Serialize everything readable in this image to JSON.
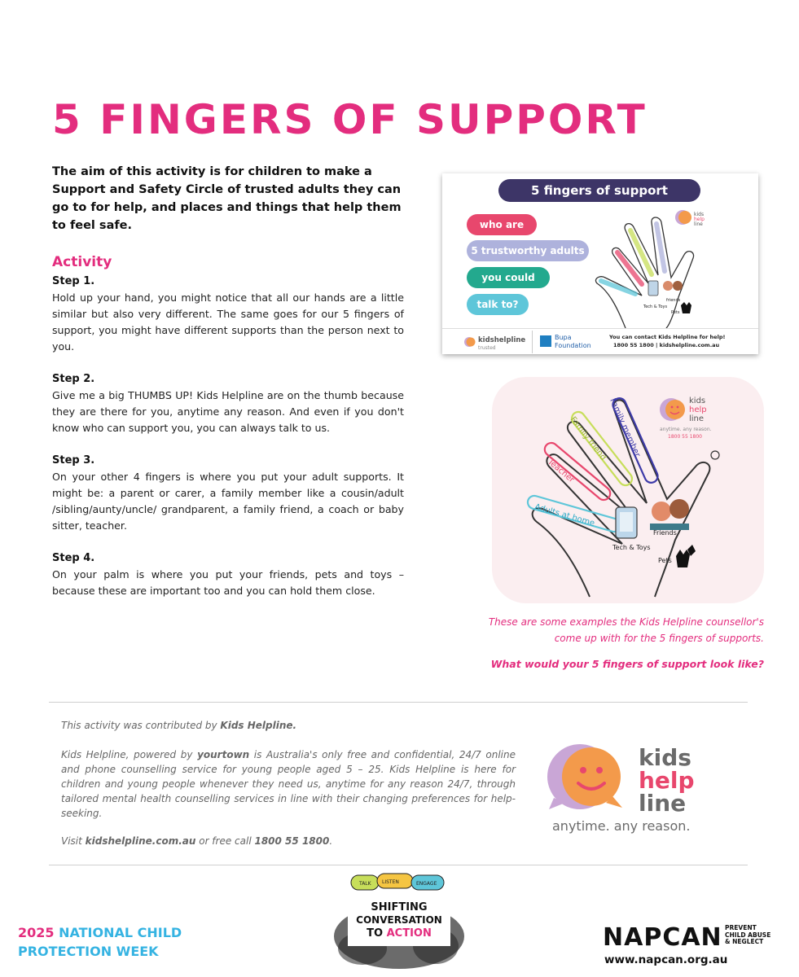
{
  "page": {
    "title": "5 FINGERS OF SUPPORT",
    "intro": "The aim of this activity is for children to make a Support and Safety Circle of trusted adults they can go to for help, and places and things that help them to feel safe.",
    "activity_heading": "Activity",
    "steps": [
      {
        "heading": "Step 1.",
        "text": "Hold up your hand, you might notice that all our hands are a little similar but also very different. The same goes for our 5 fingers of support, you might have different supports than the person next to you."
      },
      {
        "heading": "Step 2.",
        "text": "Give me a big THUMBS UP! Kids Helpline are on the thumb because they are there for you, anytime any reason. And even if you don't know who can support you, you can always talk to us."
      },
      {
        "heading": "Step 3.",
        "text": "On your other 4 fingers is where you put your adult supports. It might be: a parent or carer, a family member like a cousin/adult /sibling/aunty/uncle/ grandparent, a family friend, a coach or baby sitter, teacher."
      },
      {
        "heading": "Step 4.",
        "text": "On your palm is where you put your friends, pets and toys – because these are important too and you can hold them close."
      }
    ]
  },
  "card": {
    "title": "5 fingers of support",
    "pills": [
      {
        "text": "who are",
        "color": "#e8476d"
      },
      {
        "text": "5 trustworthy adults",
        "color": "#aeb2dc"
      },
      {
        "text": "you could",
        "color": "#23a98e"
      },
      {
        "text": "talk to?",
        "color": "#5ec6d9"
      }
    ],
    "palm_labels": [
      "friends",
      "Tech & Toys",
      "Pets"
    ],
    "footer_logo1": "kidshelpline",
    "footer_logo1_sub": "trusted",
    "footer_logo2_line1": "Bupa",
    "footer_logo2_line2": "Foundation",
    "footer_contact_line1": "You can contact Kids Helpline for help!",
    "footer_contact_line2": "1800 55 1800 | kidshelpline.com.au",
    "mini_logo_words": [
      "kids",
      "help",
      "line"
    ]
  },
  "example": {
    "fingers": [
      "Adults at home",
      "Teacher",
      "Family friend",
      "Family member"
    ],
    "palm_labels": [
      "Friends",
      "Tech & Toys",
      "Pets"
    ],
    "logo_words": [
      "kids",
      "help",
      "line"
    ],
    "logo_tag": "anytime. any reason.",
    "logo_phone": "1800 55 1800",
    "caption_line1": "These are some examples the Kids Helpline counsellor's",
    "caption_line2": "come up with for the 5 fingers of supports.",
    "question": "What would your 5 fingers of support look like?"
  },
  "footer": {
    "contrib_prefix": "This activity was contributed by ",
    "contrib_org": "Kids Helpline.",
    "about_1": "Kids Helpline, powered by ",
    "about_bold": "yourtown",
    "about_2": " is Australia's only free and confidential, 24/7 online and phone counselling service for young people aged 5 – 25. Kids Helpline is here for children and young people whenever they need us, anytime for any reason 24/7, through tailored mental health counselling services in line with their changing preferences for help-seeking.",
    "visit_prefix": "Visit ",
    "visit_site": "kidshelpline.com.au",
    "visit_mid": " or free call ",
    "visit_phone": "1800 55 1800",
    "visit_end": ".",
    "khl_words": [
      "kids",
      "help",
      "line"
    ],
    "khl_tagline": "anytime. any reason.",
    "campaign_bubbles": [
      "TALK",
      "LISTEN",
      "ENGAGE"
    ],
    "campaign_lines": [
      "SHIFTING",
      "CONVERSATION"
    ],
    "campaign_to": "TO ",
    "campaign_action": "ACTION",
    "week_line1_year": "2025 ",
    "week_line1_rest": "NATIONAL CHILD",
    "week_line2": "PROTECTION WEEK",
    "napcan_word": "NAPCAN",
    "napcan_tag": [
      "PREVENT",
      "CHILD ABUSE",
      "& NEGLECT"
    ],
    "napcan_url": "www.napcan.org.au"
  },
  "colors": {
    "pink": "#e32d7e",
    "navy": "#3d3567",
    "cyan": "#35b3e2",
    "khl_pink": "#e8476d",
    "khl_lilac": "#c9a6d6",
    "khl_orange": "#f39a4b"
  }
}
